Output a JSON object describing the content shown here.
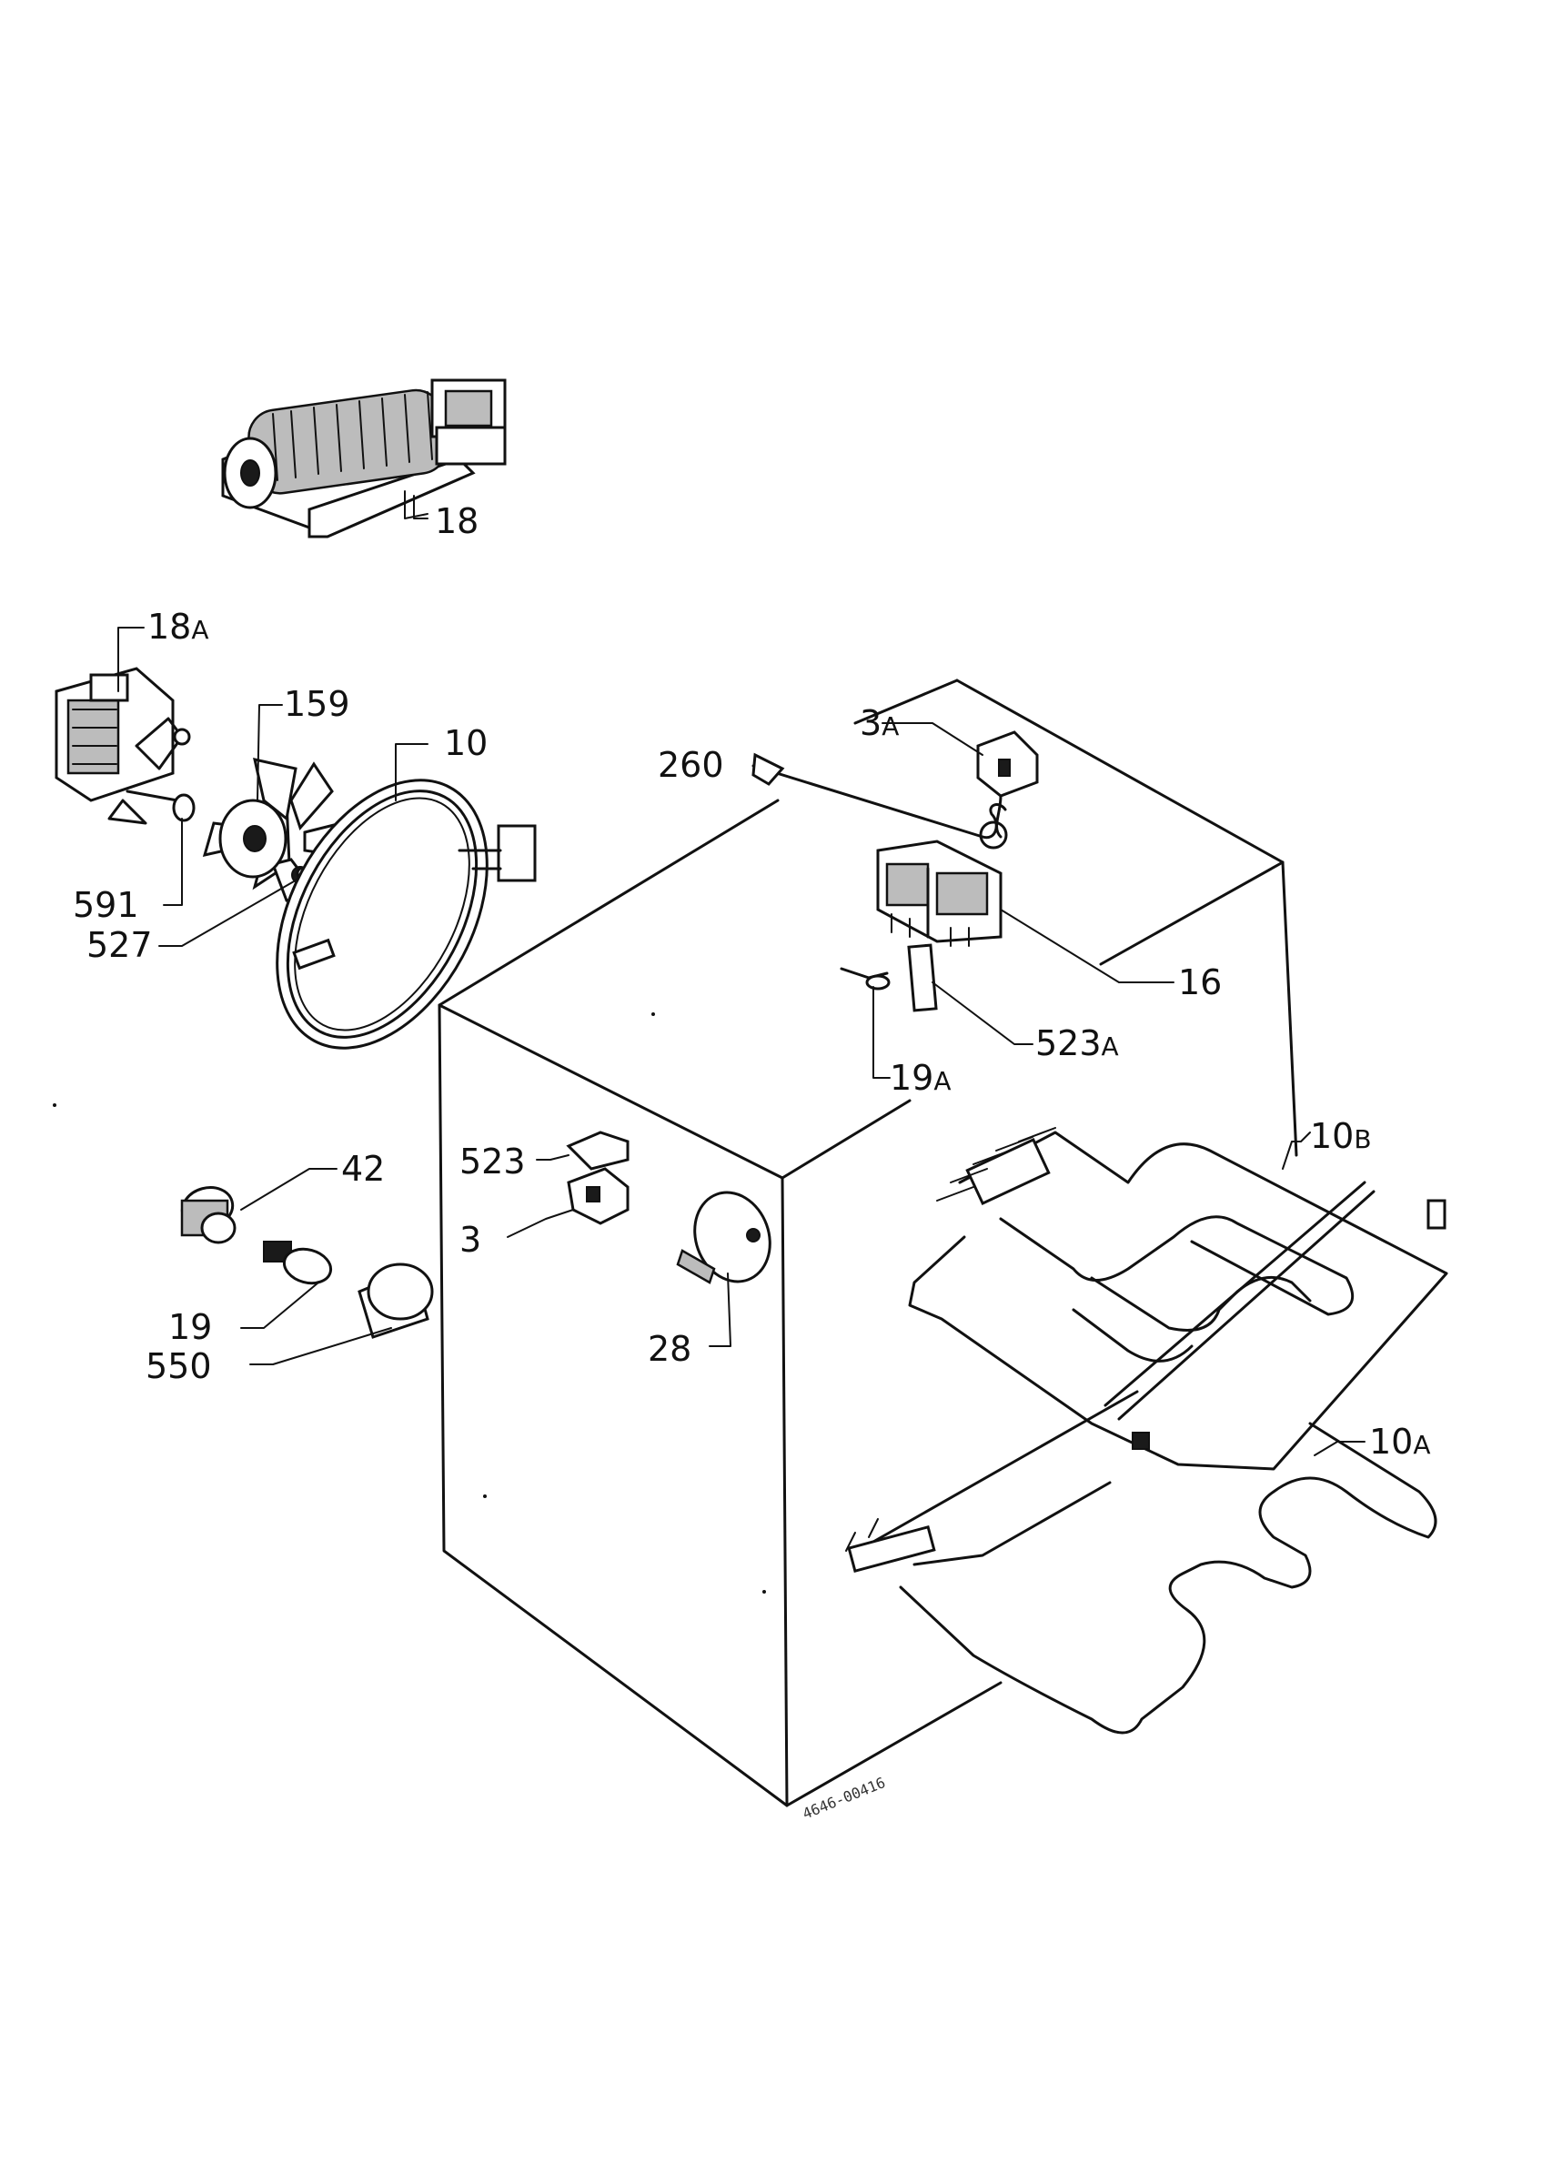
{
  "callouts": {
    "p18": {
      "num": "18",
      "suffix": ""
    },
    "p18a": {
      "num": "18",
      "suffix": "A"
    },
    "p159": {
      "num": "159",
      "suffix": ""
    },
    "p10": {
      "num": "10",
      "suffix": ""
    },
    "p591": {
      "num": "591",
      "suffix": ""
    },
    "p527": {
      "num": "527",
      "suffix": ""
    },
    "p260": {
      "num": "260",
      "suffix": ""
    },
    "p3a": {
      "num": "3",
      "suffix": "A"
    },
    "p16": {
      "num": "16",
      "suffix": ""
    },
    "p523a": {
      "num": "523",
      "suffix": "A"
    },
    "p19a": {
      "num": "19",
      "suffix": "A"
    },
    "p10b": {
      "num": "10",
      "suffix": "B"
    },
    "p42": {
      "num": "42",
      "suffix": ""
    },
    "p523": {
      "num": "523",
      "suffix": ""
    },
    "p3": {
      "num": "3",
      "suffix": ""
    },
    "p19": {
      "num": "19",
      "suffix": ""
    },
    "p550": {
      "num": "550",
      "suffix": ""
    },
    "p28": {
      "num": "28",
      "suffix": ""
    },
    "p10a": {
      "num": "10",
      "suffix": "A"
    }
  },
  "drawing_code": "4646-00416"
}
